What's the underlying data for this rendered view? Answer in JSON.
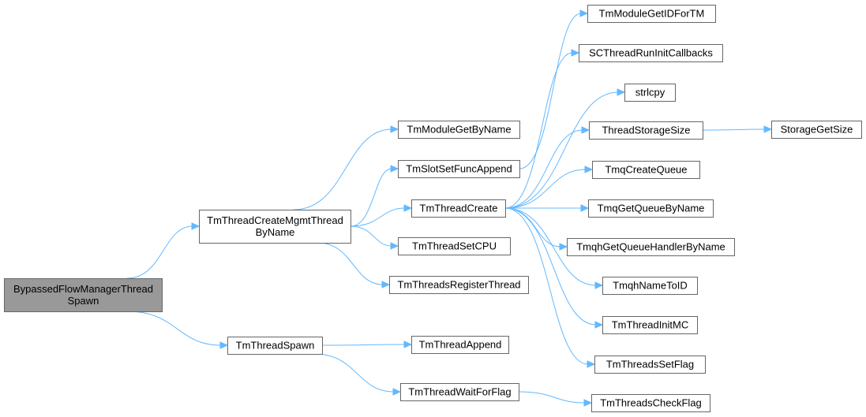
{
  "colors": {
    "edge": "#63b8ff",
    "node_border": "#666666",
    "root_fill": "#999999",
    "node_fill": "#ffffff"
  },
  "nodes": [
    {
      "id": "root",
      "lines": [
        "BypassedFlowManagerThread",
        "Spawn"
      ]
    },
    {
      "id": "mgmt",
      "lines": [
        "TmThreadCreateMgmtThread",
        "ByName"
      ]
    },
    {
      "id": "spawn",
      "lines": [
        "TmThreadSpawn"
      ]
    },
    {
      "id": "getbyname",
      "lines": [
        "TmModuleGetByName"
      ]
    },
    {
      "id": "slotappend",
      "lines": [
        "TmSlotSetFuncAppend"
      ]
    },
    {
      "id": "tcreate",
      "lines": [
        "TmThreadCreate"
      ]
    },
    {
      "id": "setcpu",
      "lines": [
        "TmThreadSetCPU"
      ]
    },
    {
      "id": "register",
      "lines": [
        "TmThreadsRegisterThread"
      ]
    },
    {
      "id": "tappend",
      "lines": [
        "TmThreadAppend"
      ]
    },
    {
      "id": "waitflag",
      "lines": [
        "TmThreadWaitForFlag"
      ]
    },
    {
      "id": "getidfortm",
      "lines": [
        "TmModuleGetIDForTM"
      ]
    },
    {
      "id": "runinit",
      "lines": [
        "SCThreadRunInitCallbacks"
      ]
    },
    {
      "id": "strlcpy",
      "lines": [
        "strlcpy"
      ]
    },
    {
      "id": "storagesize",
      "lines": [
        "ThreadStorageSize"
      ]
    },
    {
      "id": "createqueue",
      "lines": [
        "TmqCreateQueue"
      ]
    },
    {
      "id": "getqueue",
      "lines": [
        "TmqGetQueueByName"
      ]
    },
    {
      "id": "handler",
      "lines": [
        "TmqhGetQueueHandlerByName"
      ]
    },
    {
      "id": "nametoid",
      "lines": [
        "TmqhNameToID"
      ]
    },
    {
      "id": "initmc",
      "lines": [
        "TmThreadInitMC"
      ]
    },
    {
      "id": "setflag",
      "lines": [
        "TmThreadsSetFlag"
      ]
    },
    {
      "id": "checkflag",
      "lines": [
        "TmThreadsCheckFlag"
      ]
    },
    {
      "id": "getsize",
      "lines": [
        "StorageGetSize"
      ]
    }
  ],
  "edges": [
    [
      "root",
      "mgmt"
    ],
    [
      "root",
      "spawn"
    ],
    [
      "mgmt",
      "getbyname"
    ],
    [
      "mgmt",
      "slotappend"
    ],
    [
      "mgmt",
      "tcreate"
    ],
    [
      "mgmt",
      "setcpu"
    ],
    [
      "mgmt",
      "register"
    ],
    [
      "spawn",
      "tappend"
    ],
    [
      "spawn",
      "waitflag"
    ],
    [
      "slotappend",
      "getidfortm"
    ],
    [
      "tcreate",
      "runinit"
    ],
    [
      "tcreate",
      "strlcpy"
    ],
    [
      "tcreate",
      "storagesize"
    ],
    [
      "tcreate",
      "createqueue"
    ],
    [
      "tcreate",
      "getqueue"
    ],
    [
      "tcreate",
      "handler"
    ],
    [
      "tcreate",
      "nametoid"
    ],
    [
      "tcreate",
      "initmc"
    ],
    [
      "tcreate",
      "setflag"
    ],
    [
      "waitflag",
      "checkflag"
    ],
    [
      "storagesize",
      "getsize"
    ]
  ]
}
